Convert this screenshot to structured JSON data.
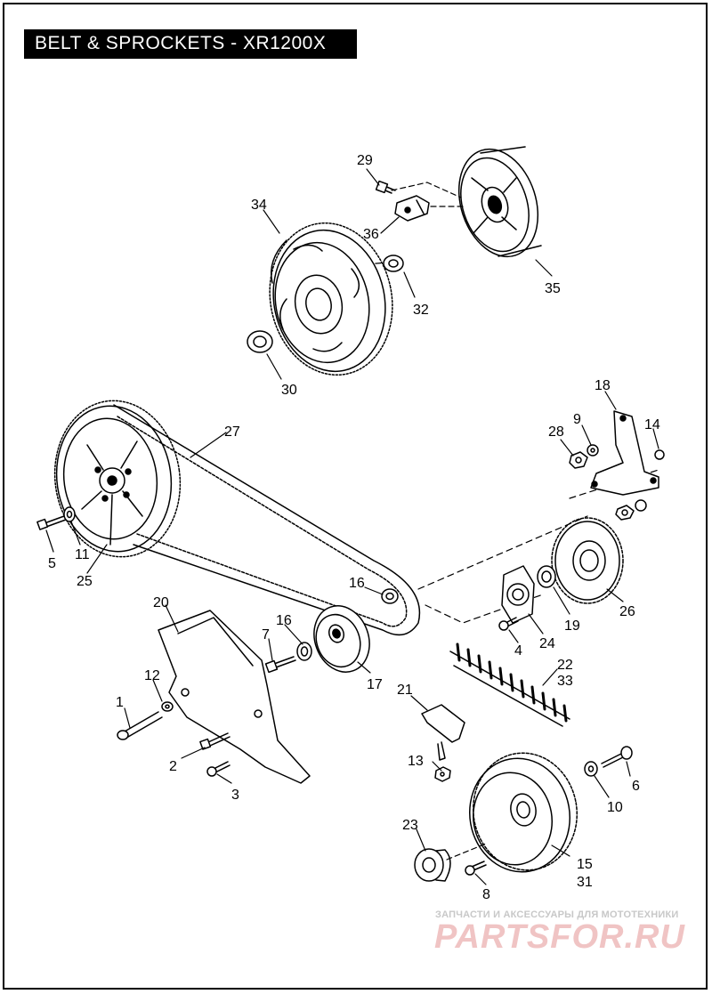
{
  "header": {
    "title": "BELT & SPROCKETS - XR1200X"
  },
  "callouts": {
    "c29": "29",
    "c36": "36",
    "c34": "34",
    "c35": "35",
    "c32": "32",
    "c30": "30",
    "c27": "27",
    "c18": "18",
    "c9": "9",
    "c28": "28",
    "c14": "14",
    "c5": "5",
    "c11": "11",
    "c25": "25",
    "c16a": "16",
    "c16b": "16",
    "c26": "26",
    "c19": "19",
    "c24": "24",
    "c4": "4",
    "c20": "20",
    "c7": "7",
    "c17": "17",
    "c22": "22",
    "c33": "33",
    "c12": "12",
    "c1": "1",
    "c21": "21",
    "c2": "2",
    "c13": "13",
    "c3": "3",
    "c6": "6",
    "c10": "10",
    "c23": "23",
    "c15": "15",
    "c31": "31",
    "c8": "8"
  },
  "watermark": {
    "caption": "ЗАПЧАСТИ И АКСЕССУАРЫ ДЛЯ МОТОТЕХНИКИ",
    "brand": "PARTSFOR.RU"
  }
}
